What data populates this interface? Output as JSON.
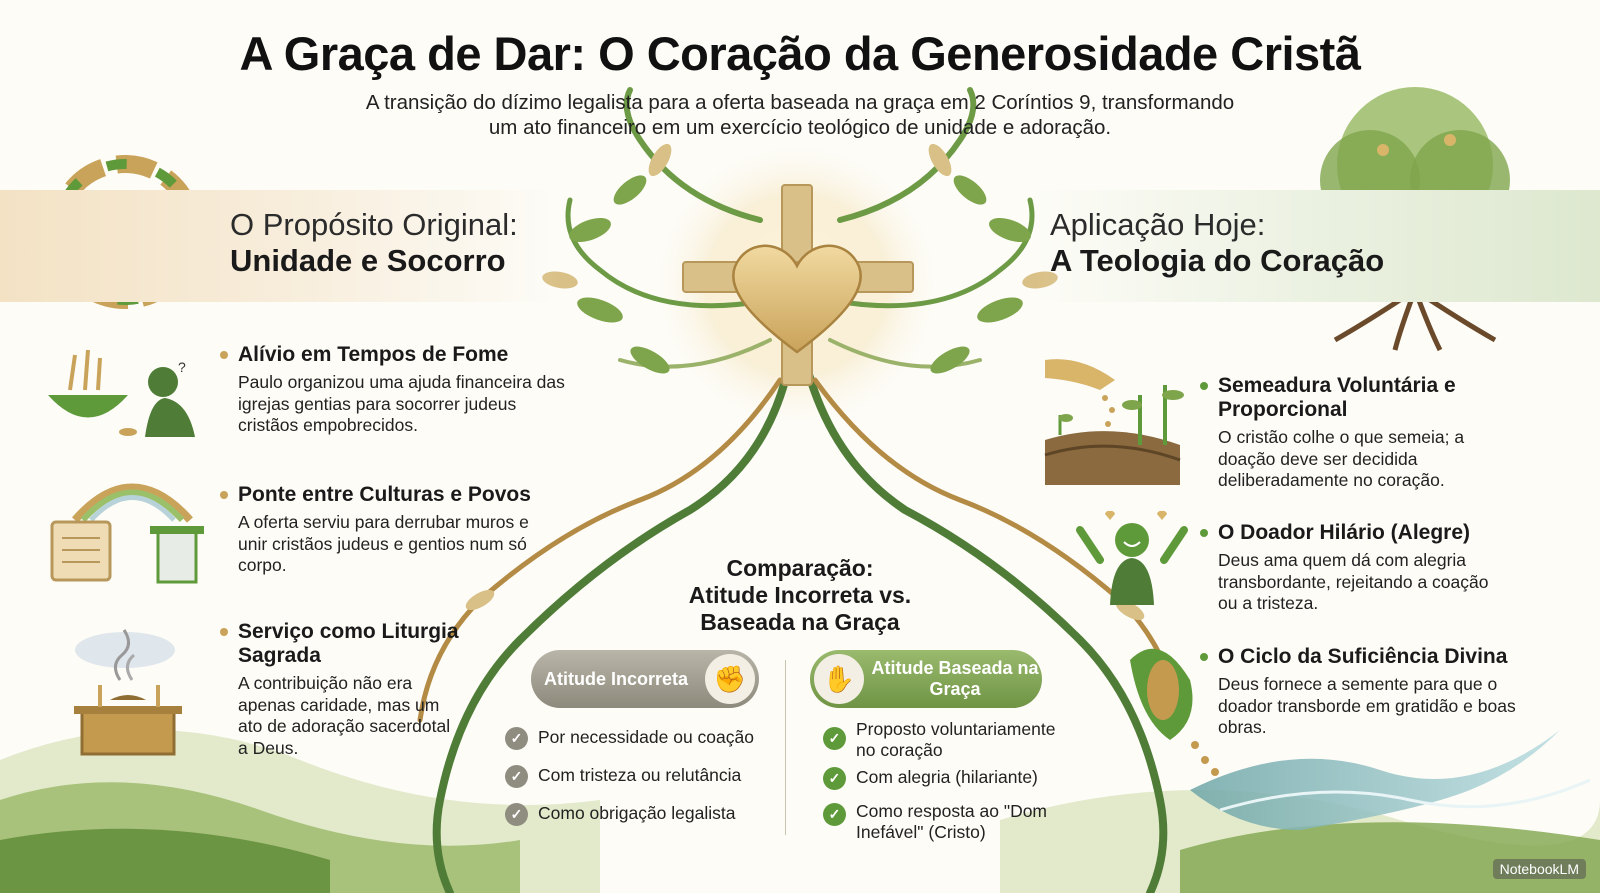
{
  "title": "A Graça de Dar: O Coração da Generosidade Cristã",
  "subtitle_line1": "A transição do dízimo legalista para a oferta baseada na graça em 2 Coríntios 9, transformando",
  "subtitle_line2": "um ato financeiro em um exercício teológico de unidade e adoração.",
  "left": {
    "title_line1": "O Propósito Original:",
    "title_line2": "Unidade e Socorro",
    "items": [
      {
        "head": "Alívio em Tempos de Fome",
        "text": "Paulo organizou uma ajuda financeira das igrejas gentias para socorrer judeus cristãos empobrecidos."
      },
      {
        "head": "Ponte entre Culturas e Povos",
        "text": "A oferta serviu para derrubar muros e unir cristãos judeus e gentios num só corpo."
      },
      {
        "head": "Serviço como Liturgia Sagrada",
        "text": "A contribuição não era apenas caridade, mas um ato de adoração sacerdotal a Deus."
      }
    ]
  },
  "right": {
    "title_line1": "Aplicação Hoje:",
    "title_line2": "A Teologia do Coração",
    "items": [
      {
        "head": "Semeadura Voluntária e Proporcional",
        "text": "O cristão colhe o que semeia; a doação deve ser decidida deliberadamente no coração."
      },
      {
        "head": "O Doador Hilário (Alegre)",
        "text": "Deus ama quem dá com alegria transbordante, rejeitando a coação ou a tristeza."
      },
      {
        "head": "O Ciclo da Suficiência Divina",
        "text": "Deus fornece a semente para que o doador transborde em gratidão e boas obras."
      }
    ]
  },
  "comparison": {
    "title_line1": "Comparação:",
    "title_line2": "Atitude Incorreta vs.",
    "title_line3": "Baseada na Graça",
    "bad_label": "Atitude Incorreta",
    "good_label": "Atitude Baseada na Graça",
    "bad_items": [
      "Por necessidade ou coação",
      "Com tristeza ou relutância",
      "Como obrigação legalista"
    ],
    "good_items": [
      "Proposto voluntariamente no coração",
      "Com alegria (hilariante)",
      "Como resposta ao \"Dom Inefável\" (Cristo)"
    ]
  },
  "brand": "NotebookLM",
  "icons": {
    "pill_bad": "fist-icon",
    "pill_good": "open-hand-icon",
    "check": "check-icon"
  },
  "colors": {
    "gold": "#c9a35a",
    "green": "#5f9a3a",
    "dark_green": "#3f6e2f",
    "grey": "#8f8c80"
  }
}
